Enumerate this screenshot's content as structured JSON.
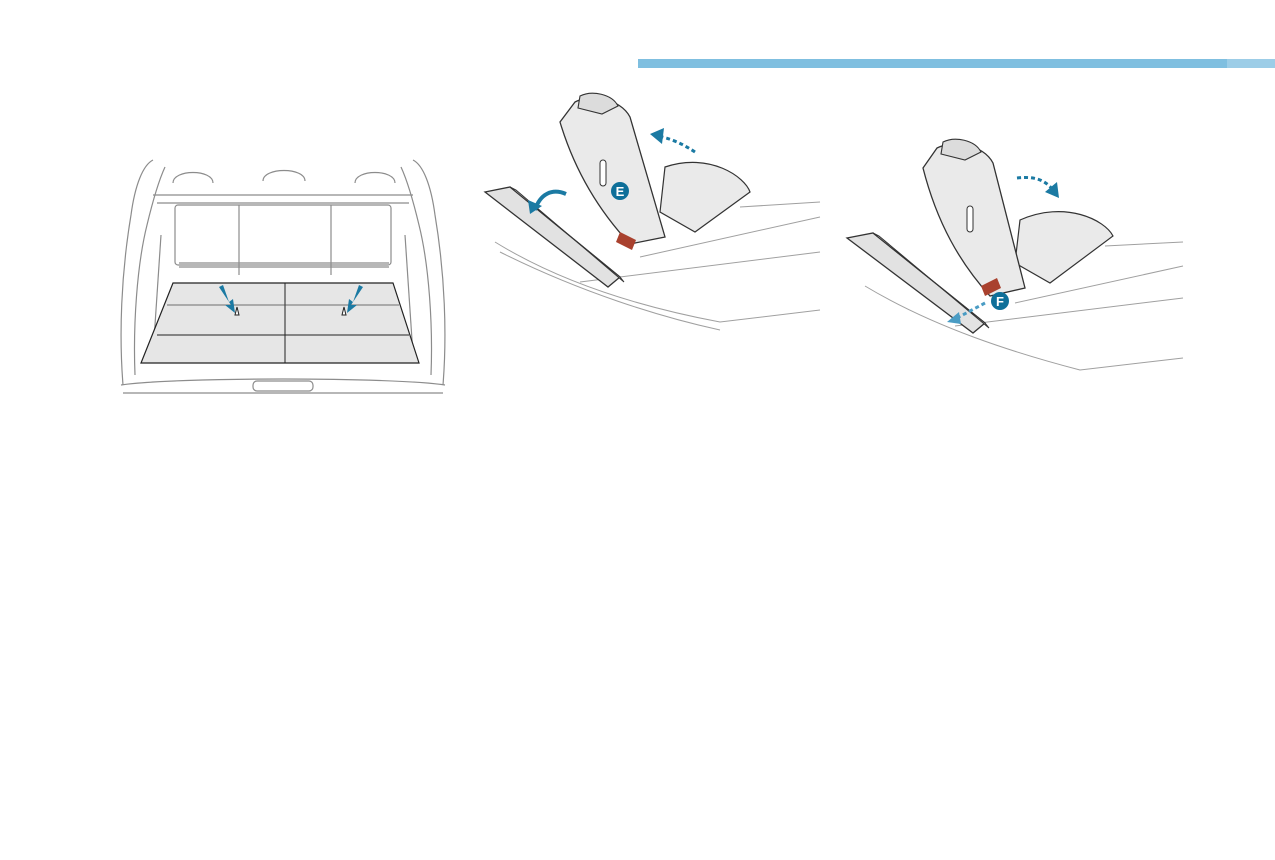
{
  "colors": {
    "header_bar": "#7fbfe0",
    "arrow": "#1b7aa3",
    "marker": "#0e6f99",
    "strap": "#a9412e",
    "panel": "#e6e6e6",
    "line": "#8c8c8c"
  },
  "figures": [
    {
      "name": "trunk-floor-illustration",
      "markers": []
    },
    {
      "name": "seat-fold-illustration-e",
      "markers": [
        "E"
      ]
    },
    {
      "name": "seat-fold-illustration-f",
      "markers": [
        "F"
      ]
    }
  ]
}
